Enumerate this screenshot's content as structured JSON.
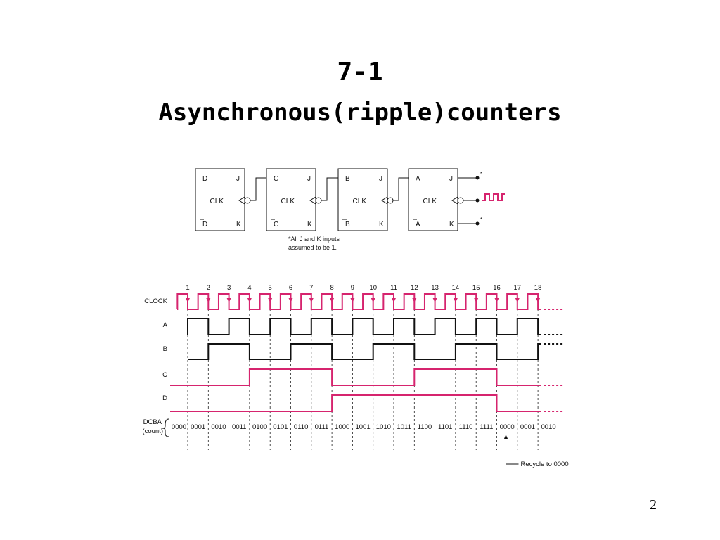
{
  "slide": {
    "title_line1": "7-1",
    "title_line2": "Asynchronous(ripple)counters",
    "page_number": "2"
  },
  "circuit": {
    "flip_flops": [
      {
        "q": "D",
        "qbar": "D",
        "j": "J",
        "k": "K",
        "clk": "CLK"
      },
      {
        "q": "C",
        "qbar": "C",
        "j": "J",
        "k": "K",
        "clk": "CLK"
      },
      {
        "q": "B",
        "qbar": "B",
        "j": "J",
        "k": "K",
        "clk": "CLK"
      },
      {
        "q": "A",
        "qbar": "A",
        "j": "J",
        "k": "K",
        "clk": "CLK"
      }
    ],
    "asterisk": "*",
    "note_line1": "*All J and K inputs",
    "note_line2": "assumed to be 1."
  },
  "timing": {
    "pulse_numbers": [
      "1",
      "2",
      "3",
      "4",
      "5",
      "6",
      "7",
      "8",
      "9",
      "10",
      "11",
      "12",
      "13",
      "14",
      "15",
      "16",
      "17",
      "18"
    ],
    "signals": [
      {
        "name": "CLOCK",
        "color": "#d6246e"
      },
      {
        "name": "A",
        "color": "#111111"
      },
      {
        "name": "B",
        "color": "#111111"
      },
      {
        "name": "C",
        "color": "#d6246e"
      },
      {
        "name": "D",
        "color": "#d6246e"
      }
    ],
    "count_label_line1": "DCBA",
    "count_label_line2": "(count)",
    "counts": [
      "0000",
      "0001",
      "0010",
      "0011",
      "0100",
      "0101",
      "0110",
      "0111",
      "1000",
      "1001",
      "1010",
      "1011",
      "1100",
      "1101",
      "1110",
      "1111",
      "0000",
      "0001",
      "0010"
    ],
    "recycle_label": "Recycle to 0000"
  },
  "colors": {
    "accent": "#d6246e",
    "line": "#111111"
  }
}
